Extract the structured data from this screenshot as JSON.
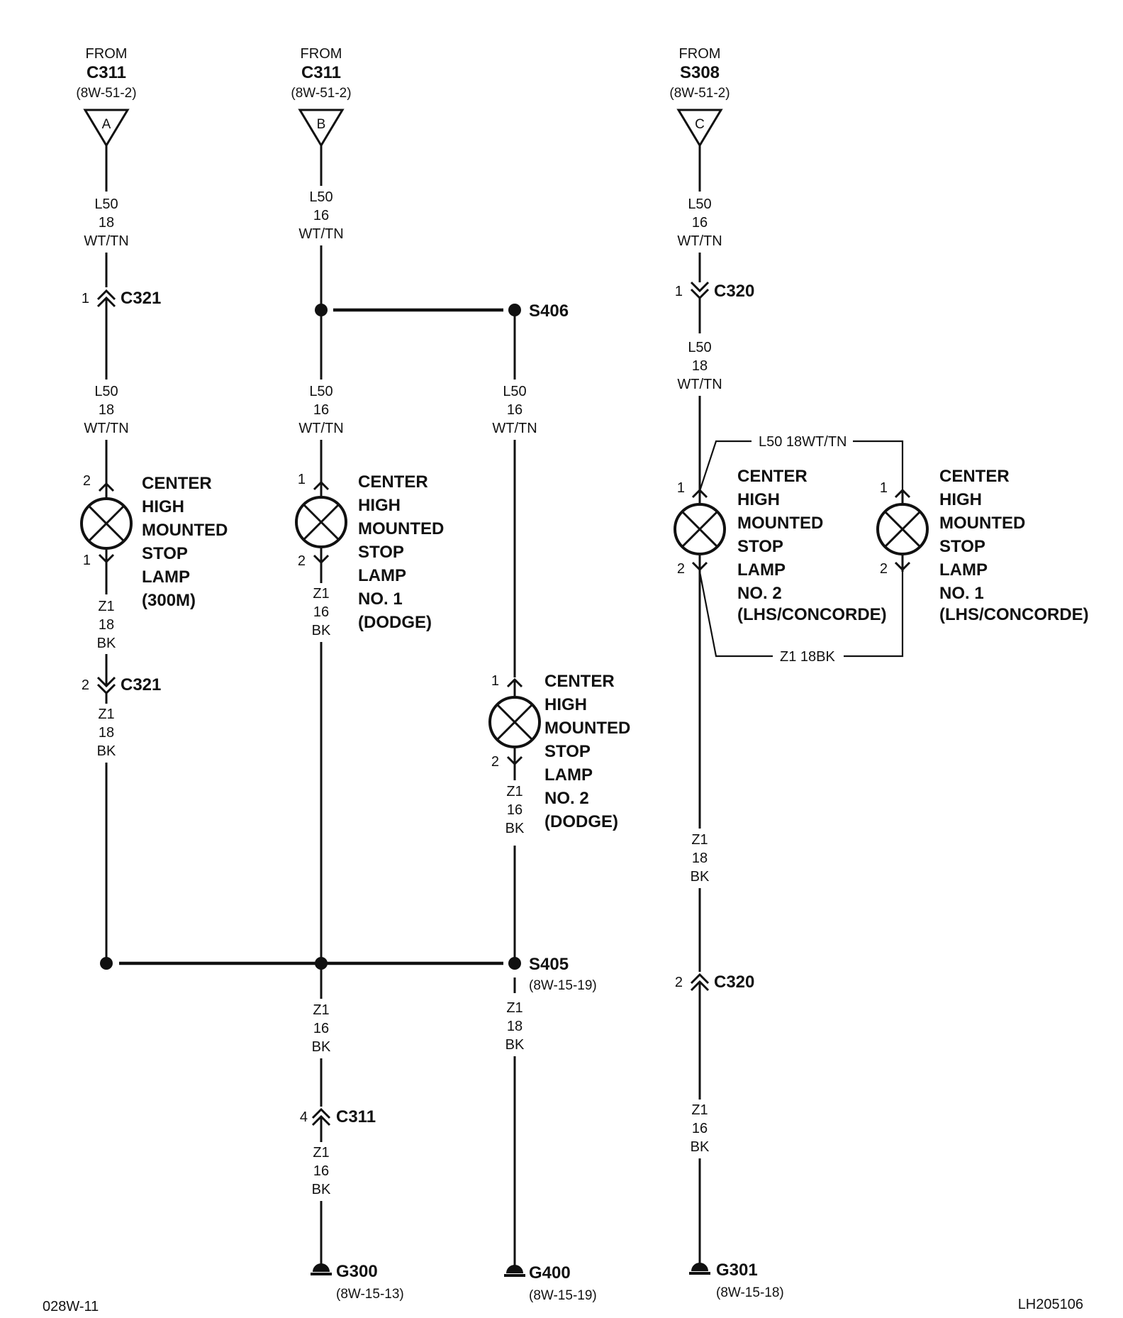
{
  "sources": [
    {
      "id": "a",
      "from": "FROM",
      "connector": "C311",
      "ref": "(8W-51-2)",
      "letter": "A"
    },
    {
      "id": "b",
      "from": "FROM",
      "connector": "C311",
      "ref": "(8W-51-2)",
      "letter": "B"
    },
    {
      "id": "c",
      "from": "FROM",
      "connector": "S308",
      "ref": "(8W-51-2)",
      "letter": "C"
    }
  ],
  "wire_labels": {
    "a_top": [
      "L50",
      "18",
      "WT/TN"
    ],
    "a_mid": [
      "L50",
      "18",
      "WT/TN"
    ],
    "a_z1_1": [
      "Z1",
      "18",
      "BK"
    ],
    "a_z1_2": [
      "Z1",
      "18",
      "BK"
    ],
    "b_top": [
      "L50",
      "16",
      "WT/TN"
    ],
    "b_mid": [
      "L50",
      "16",
      "WT/TN"
    ],
    "b_z1": [
      "Z1",
      "16",
      "BK"
    ],
    "b_z1_2": [
      "Z1",
      "16",
      "BK"
    ],
    "b_z1_3": [
      "Z1",
      "16",
      "BK"
    ],
    "s_mid": [
      "L50",
      "16",
      "WT/TN"
    ],
    "s_z1": [
      "Z1",
      "16",
      "BK"
    ],
    "s_z1_2": [
      "Z1",
      "18",
      "BK"
    ],
    "c_top": [
      "L50",
      "16",
      "WT/TN"
    ],
    "c_mid": [
      "L50",
      "18",
      "WT/TN"
    ],
    "c_z1": [
      "Z1",
      "18",
      "BK"
    ],
    "c_z1_2": [
      "Z1",
      "16",
      "BK"
    ],
    "c_bridge_top": "L50  18WT/TN",
    "c_bridge_bot": "Z1  18BK"
  },
  "connectors": {
    "c321_top": {
      "pin": "1",
      "name": "C321"
    },
    "c321_bot": {
      "pin": "2",
      "name": "C321"
    },
    "c320_top": {
      "pin": "1",
      "name": "C320"
    },
    "c320_bot": {
      "pin": "2",
      "name": "C320"
    },
    "c311_bot": {
      "pin": "4",
      "name": "C311"
    }
  },
  "splices": {
    "s406": {
      "name": "S406"
    },
    "s405": {
      "name": "S405",
      "ref": "(8W-15-19)"
    }
  },
  "lamps": [
    {
      "id": "lamp-300m",
      "pin_top": "2",
      "pin_bot": "1",
      "lines": [
        "CENTER",
        "HIGH",
        "MOUNTED",
        "STOP",
        "LAMP",
        "(300M)"
      ]
    },
    {
      "id": "lamp-dodge-1",
      "pin_top": "1",
      "pin_bot": "2",
      "lines": [
        "CENTER",
        "HIGH",
        "MOUNTED",
        "STOP",
        "LAMP",
        "NO. 1",
        "(DODGE)"
      ]
    },
    {
      "id": "lamp-dodge-2",
      "pin_top": "1",
      "pin_bot": "2",
      "lines": [
        "CENTER",
        "HIGH",
        "MOUNTED",
        "STOP",
        "LAMP",
        "NO. 2",
        "(DODGE)"
      ]
    },
    {
      "id": "lamp-lhs-2",
      "pin_top": "1",
      "pin_bot": "2",
      "lines": [
        "CENTER",
        "HIGH",
        "MOUNTED",
        "STOP",
        "LAMP",
        "NO. 2",
        "(LHS/CONCORDE)"
      ]
    },
    {
      "id": "lamp-lhs-1",
      "pin_top": "1",
      "pin_bot": "2",
      "lines": [
        "CENTER",
        "HIGH",
        "MOUNTED",
        "STOP",
        "LAMP",
        "NO. 1",
        "(LHS/CONCORDE)"
      ]
    }
  ],
  "grounds": [
    {
      "id": "g300",
      "name": "G300",
      "ref": "(8W-15-13)"
    },
    {
      "id": "g400",
      "name": "G400",
      "ref": "(8W-15-19)"
    },
    {
      "id": "g301",
      "name": "G301",
      "ref": "(8W-15-18)"
    }
  ],
  "footer": {
    "left": "028W-11",
    "right": "LH205106"
  }
}
